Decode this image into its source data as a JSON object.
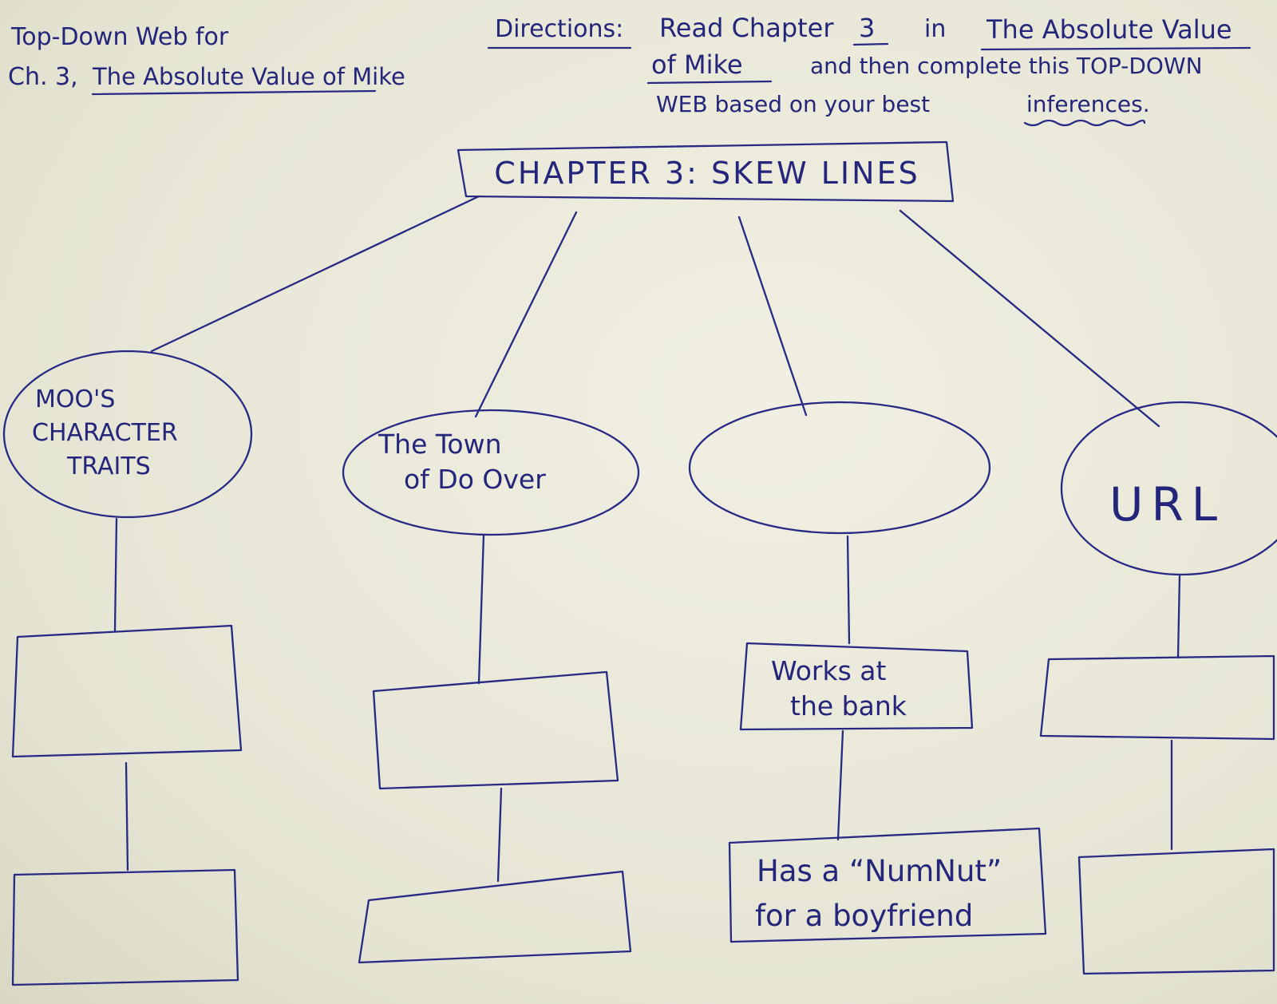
{
  "header": {
    "title_line1": "Top-Down Web for",
    "title_line2_prefix": "Ch. 3,",
    "title_line2_book": "The Absolute Value of Mike"
  },
  "directions": {
    "label": "Directions:",
    "line1_a": "Read Chapter",
    "line1_chapter": "3",
    "line1_b": "in",
    "line1_book": "The Absolute Value",
    "line2_book": "of Mike",
    "line2_rest": "and then complete this TOP-DOWN",
    "line3_a": "WEB based on your best",
    "line3_emph": "inferences."
  },
  "root": {
    "label": "CHAPTER 3: SKEW LINES"
  },
  "branches": [
    {
      "label_lines": [
        "MOO'S",
        "CHARACTER",
        "TRAITS"
      ],
      "box1_lines": [],
      "box2_lines": []
    },
    {
      "label_lines": [
        "The Town",
        "of Do Over"
      ],
      "box1_lines": [],
      "box2_lines": []
    },
    {
      "label_lines": [],
      "box1_lines": [
        "Works at",
        "the bank"
      ],
      "box2_lines": [
        "Has a “NumNut”",
        "for a boyfriend"
      ]
    },
    {
      "label_lines": [
        "URL"
      ],
      "box1_lines": [],
      "box2_lines": []
    }
  ],
  "colors": {
    "ink": "#262a85",
    "paper": "#eceadb"
  }
}
